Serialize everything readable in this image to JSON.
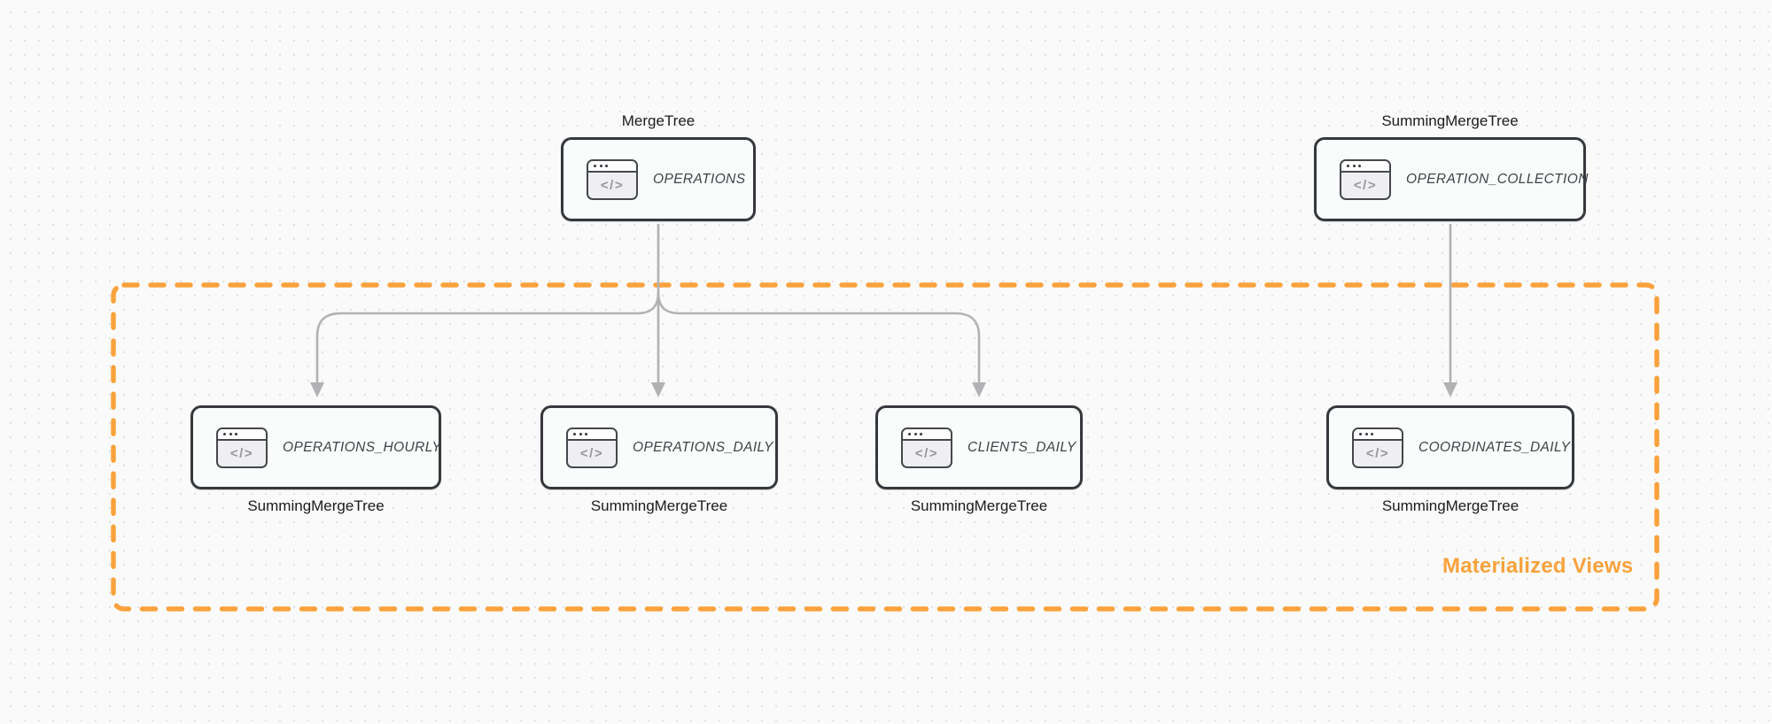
{
  "diagram": {
    "group": {
      "label": "Materialized Views"
    },
    "nodes": {
      "operations": {
        "title": "OPERATIONS",
        "engine": "MergeTree"
      },
      "operation_collection": {
        "title": "OPERATION_COLLECTION",
        "engine": "SummingMergeTree"
      },
      "operations_hourly": {
        "title": "OPERATIONS_HOURLY",
        "engine": "SummingMergeTree"
      },
      "operations_daily": {
        "title": "OPERATIONS_DAILY",
        "engine": "SummingMergeTree"
      },
      "clients_daily": {
        "title": "CLIENTS_DAILY",
        "engine": "SummingMergeTree"
      },
      "coordinates_daily": {
        "title": "COORDINATES_DAILY",
        "engine": "SummingMergeTree"
      }
    },
    "edges": [
      {
        "from": "operations",
        "to": "operations_hourly"
      },
      {
        "from": "operations",
        "to": "operations_daily"
      },
      {
        "from": "operations",
        "to": "clients_daily"
      },
      {
        "from": "operation_collection",
        "to": "coordinates_daily"
      }
    ],
    "icons": {
      "code_window_glyph": "</>"
    },
    "colors": {
      "accent_orange": "#F9A23C",
      "arrow_gray": "#B2B2B4",
      "node_border": "#35383C",
      "node_fill": "#FAFBFB",
      "node_title_text": "#3F4347",
      "engine_label_text": "#1B1B1D",
      "background": "#FAFAFA",
      "dot_grid": "#E2E2E6"
    }
  }
}
